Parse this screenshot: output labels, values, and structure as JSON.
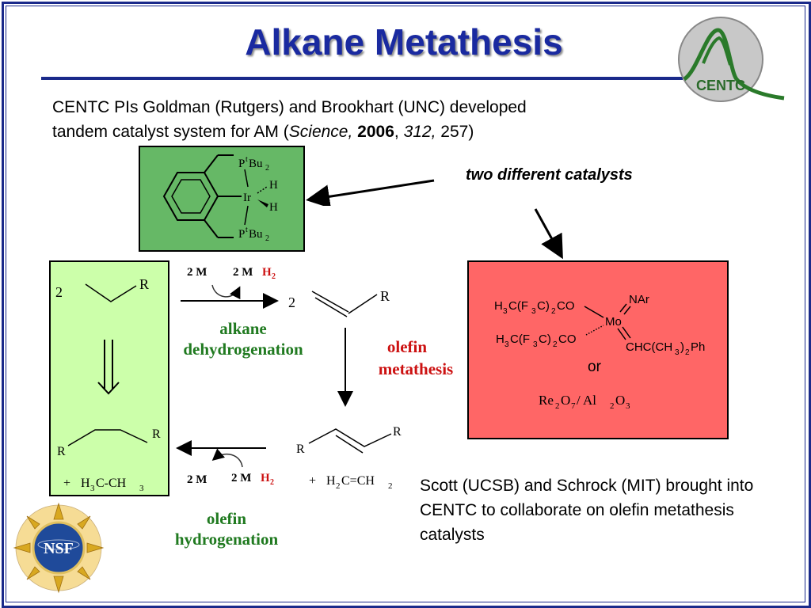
{
  "slide": {
    "title": "Alkane Metathesis",
    "logo_text": "CENTC",
    "nsf_text": "NSF",
    "intro": {
      "line1": "CENTC PIs Goldman (Rutgers) and Brookhart (UNC) developed",
      "line2_prefix": "tandem catalyst system for AM (",
      "journal": "Science,",
      "year": "2006",
      "comma": ",",
      "volume": "312,",
      "pages": "257)"
    },
    "two_catalysts": "two different catalysts",
    "ir_complex": {
      "p_top": "P",
      "t_sup": "t",
      "bu": "Bu",
      "sub2": "2",
      "p_bottom": "P",
      "metal": "Ir",
      "h1": "H",
      "h2": "H"
    },
    "scheme": {
      "coef_alkane": "2",
      "coef_olefin": "2",
      "r": "R",
      "m_left_top": "2 M",
      "mh2_top_m": "2 M",
      "mh2_top_h": "H",
      "mh2_top_sub": "2",
      "m_left_bottom": "2 M",
      "mh2_bottom_m": "2 M",
      "mh2_bottom_h": "H",
      "mh2_bottom_sub": "2",
      "alkane_dehydro_1": "alkane",
      "alkane_dehydro_2": "dehydrogenation",
      "olefin_meta_1": "olefin",
      "olefin_meta_2": "metathesis",
      "olefin_hydro_1": "olefin",
      "olefin_hydro_2": "hydrogenation",
      "ethane": {
        "plus": "+",
        "h": "H",
        "sub3a": "3",
        "c": "C-CH",
        "sub3b": "3"
      },
      "ethylene": {
        "plus": "+",
        "h": "H",
        "sub2a": "2",
        "c": "C=CH",
        "sub2b": "2"
      }
    },
    "mo_catalyst": {
      "line1_a": "H",
      "line1_s1": "3",
      "line1_b": "C(F",
      "line1_s2": "3",
      "line1_c": "C)",
      "line1_s3": "2",
      "line1_d": "CO",
      "nar": "NAr",
      "mo": "Mo",
      "line2_a": "H",
      "line2_s1": "3",
      "line2_b": "C(F",
      "line2_s2": "3",
      "line2_c": "C)",
      "line2_s3": "2",
      "line2_d": "CO",
      "alkylidene_a": "CHC(CH",
      "alkylidene_s1": "3",
      "alkylidene_b": ")",
      "alkylidene_s2": "2",
      "alkylidene_c": "Ph",
      "or": "or",
      "rhenium": {
        "re": "Re",
        "s1": "2",
        "o": "O",
        "s2": "7",
        "slash": " / Al",
        "s3": "2",
        "o2": "O",
        "s4": "3"
      }
    },
    "collab": "Scott (UCSB) and Schrock (MIT) brought into CENTC to collaborate on olefin metathesis catalysts"
  }
}
